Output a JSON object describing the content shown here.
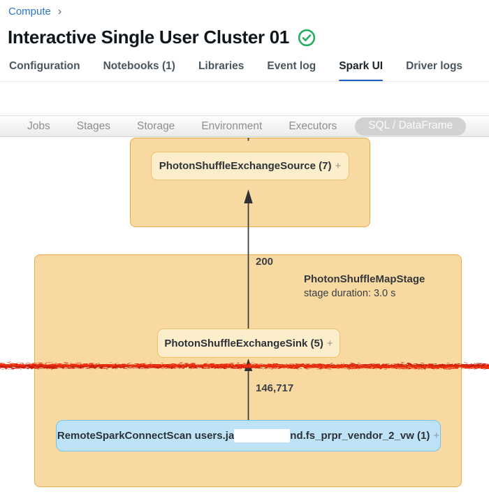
{
  "breadcrumb": {
    "compute": "Compute",
    "separator": "›"
  },
  "header": {
    "title": "Interactive Single User Cluster 01",
    "status_icon": "verified-check-circle",
    "status_color": "#27ae60"
  },
  "tabs": {
    "configuration": "Configuration",
    "notebooks": "Notebooks (1)",
    "libraries": "Libraries",
    "event_log": "Event log",
    "spark_ui": "Spark UI",
    "driver_logs": "Driver logs",
    "active_tab": "Spark UI"
  },
  "spark_nav": {
    "jobs": "Jobs",
    "stages": "Stages",
    "storage": "Storage",
    "environment": "Environment",
    "executors": "Executors",
    "sql_dataframe": "SQL / DataFrame",
    "selected": "SQL / DataFrame"
  },
  "dag": {
    "upstream_stage": {
      "node_source": {
        "label": "PhotonShuffleExchangeSource (7)",
        "expand": "+"
      }
    },
    "map_stage": {
      "name": "PhotonShuffleMapStage",
      "duration": "stage duration: 3.0 s",
      "node_sink": {
        "label": "PhotonShuffleExchangeSink (5)",
        "expand": "+"
      },
      "node_scan": {
        "label_prefix": "RemoteSparkConnectScan users.ja",
        "label_suffix": "nd.fs_prpr_vendor_2_vw (1)",
        "expand": "+",
        "redacted": true
      }
    },
    "edge_sink_to_source": {
      "rows": "200"
    },
    "edge_scan_to_sink": {
      "rows": "146,717"
    },
    "annotation": "red-marker-scribble-line"
  },
  "colors": {
    "link_blue": "#2e75c6",
    "tab_underline": "#1c5fc1",
    "stage_box_fill": "#f8d9a1",
    "stage_box_border": "#edaa4b",
    "node_fill": "#fcedcb",
    "node_border": "#f0c268",
    "scan_node_fill": "#bee3f6",
    "scan_node_border": "#74c3ec",
    "check_green": "#27ae60",
    "marker_red": "#e0240e",
    "arrow": "#3d3f41"
  }
}
